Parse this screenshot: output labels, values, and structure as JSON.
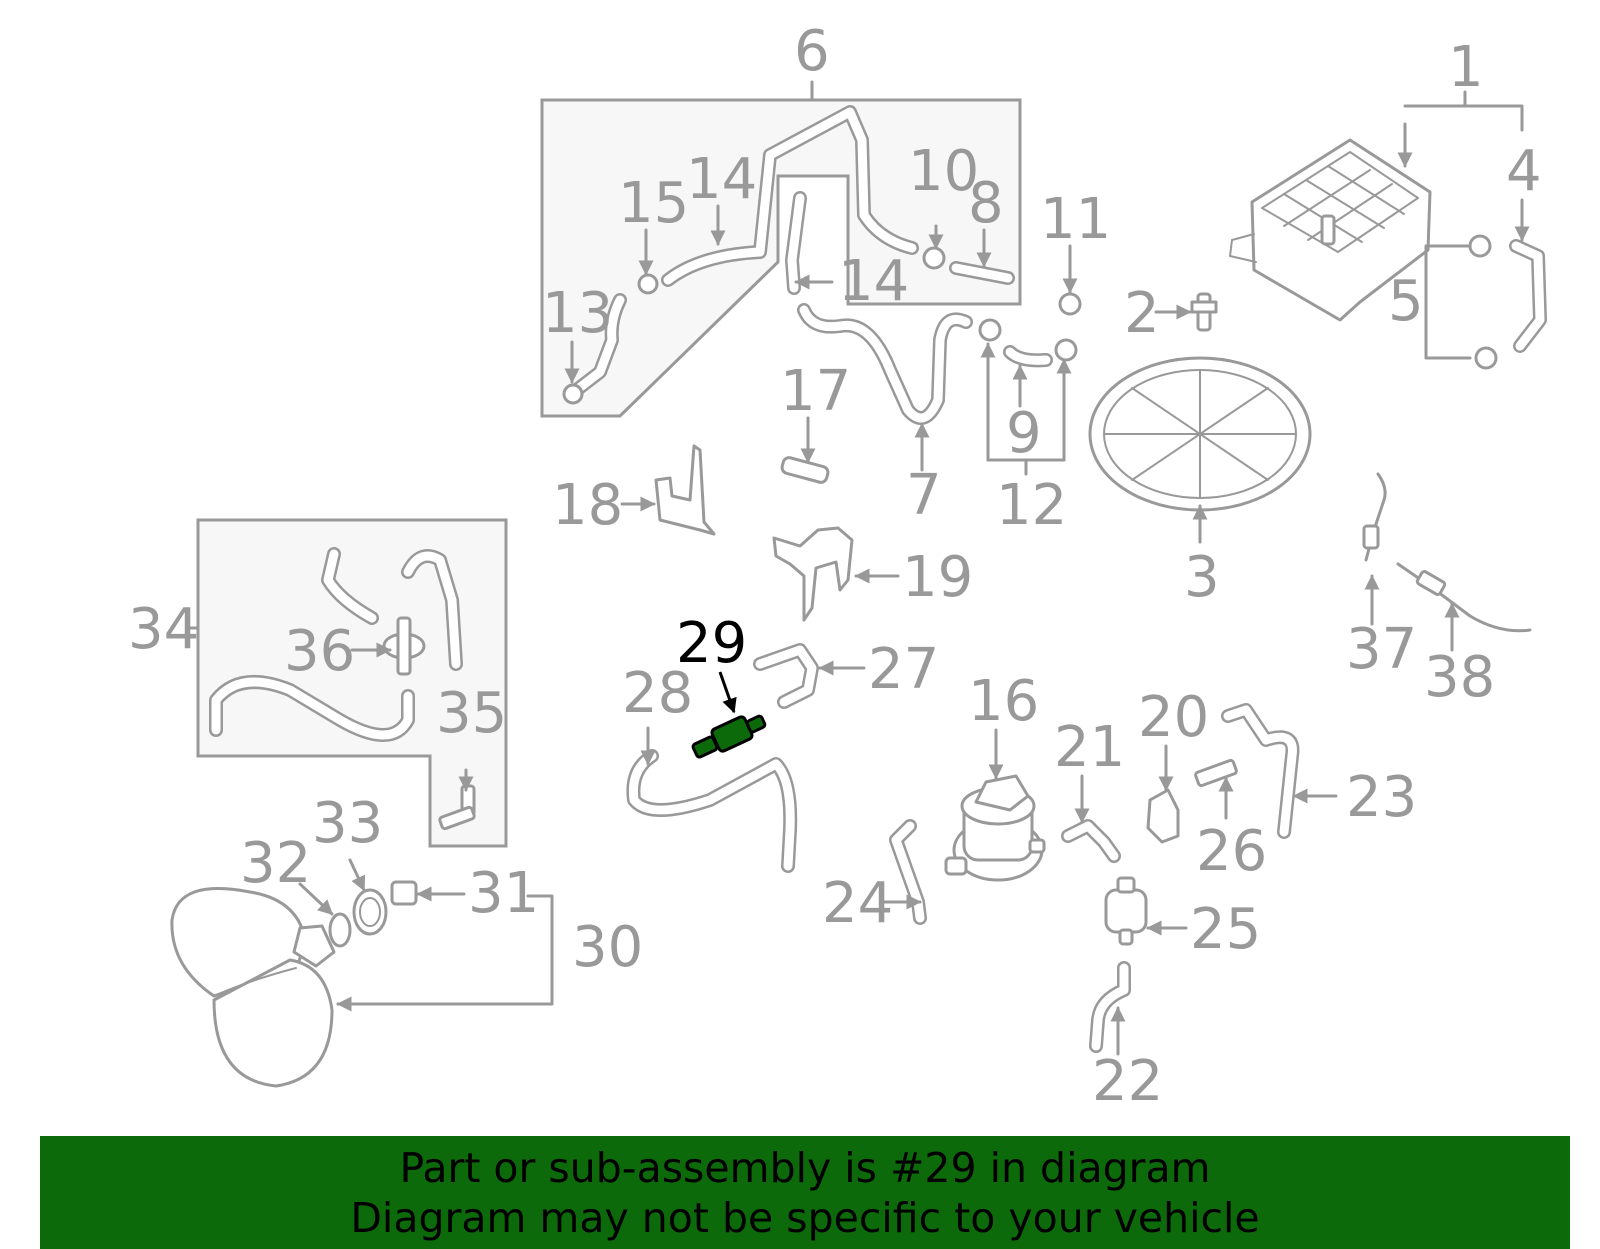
{
  "diagram": {
    "highlight_color": "#0d6a0a",
    "line_color": "#999999",
    "highlighted_part": "29",
    "callouts": [
      "1",
      "2",
      "3",
      "4",
      "5",
      "6",
      "7",
      "8",
      "9",
      "10",
      "11",
      "12",
      "13",
      "14",
      "14",
      "15",
      "16",
      "17",
      "18",
      "19",
      "20",
      "21",
      "22",
      "23",
      "24",
      "25",
      "26",
      "27",
      "28",
      "29",
      "30",
      "31",
      "32",
      "33",
      "34",
      "35",
      "36",
      "37",
      "38"
    ]
  },
  "banner": {
    "line1": "Part or sub-assembly is #29 in diagram",
    "line2": "Diagram may not be specific to your vehicle",
    "background": "#0d6a0a"
  }
}
